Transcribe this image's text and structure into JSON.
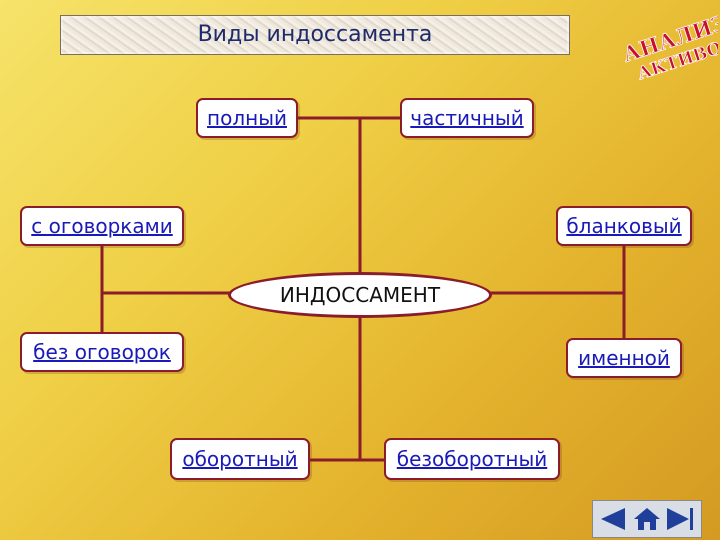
{
  "title": "Виды индоссамента",
  "logo": {
    "line1": "АНАЛИЗ",
    "line2": "АКТИВОВ"
  },
  "diagram": {
    "center": "ИНДОССАМЕНТ",
    "nodes": {
      "full": "полный",
      "partial": "частичный",
      "with_reservations": "с оговорками",
      "blank": "бланковый",
      "without_reservations": "без оговорок",
      "named": "именной",
      "recourse": "оборотный",
      "non_recourse": "безоборотный"
    }
  },
  "nav": {
    "icons": [
      "prev-icon",
      "home-icon",
      "next-icon"
    ]
  },
  "colors": {
    "connector": "#8b1c2b",
    "node_text": "#1a1ab8",
    "title_text": "#1d2a6b"
  }
}
